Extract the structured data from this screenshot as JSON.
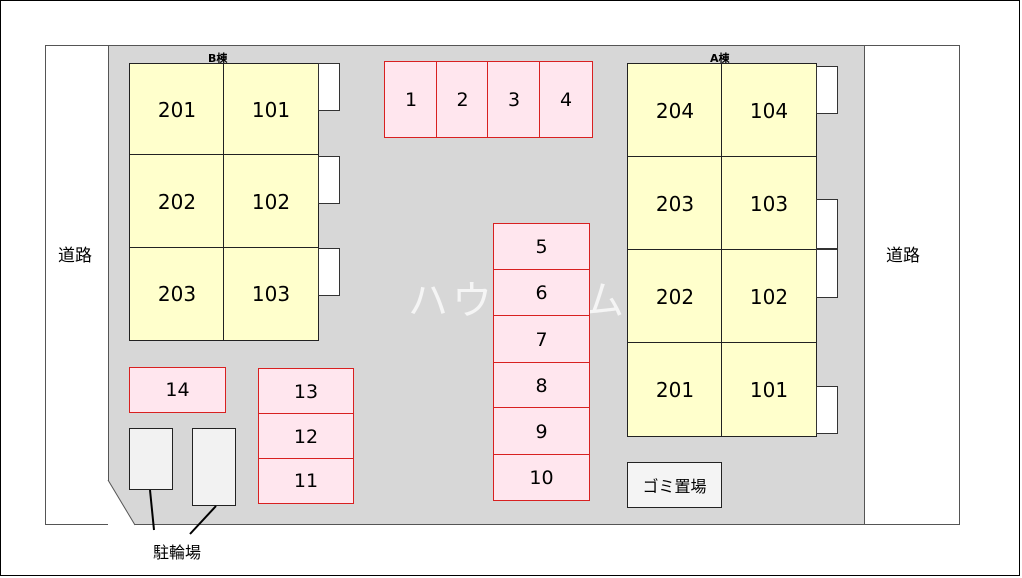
{
  "road_left": "道路",
  "road_right": "道路",
  "building_b": {
    "label": "B棟",
    "rooms": [
      "201",
      "101",
      "202",
      "102",
      "203",
      "103"
    ]
  },
  "building_a": {
    "label": "A棟",
    "rooms": [
      "204",
      "104",
      "203",
      "103",
      "202",
      "102",
      "201",
      "101"
    ]
  },
  "parking": [
    "1",
    "2",
    "3",
    "4",
    "5",
    "6",
    "7",
    "8",
    "9",
    "10",
    "11",
    "12",
    "13",
    "14"
  ],
  "garbage": "ゴミ置場",
  "bicycle": "駐輪場",
  "watermark": "ハウスコム"
}
